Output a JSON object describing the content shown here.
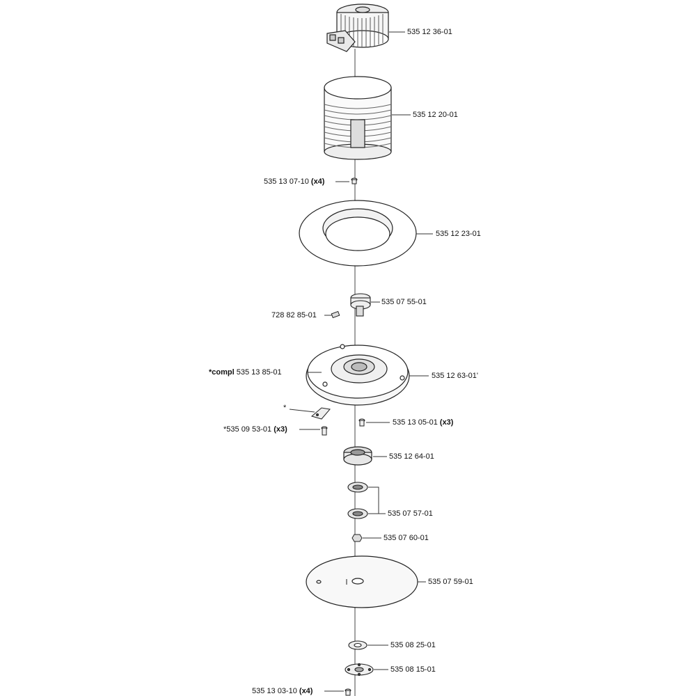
{
  "labels": {
    "motor": {
      "part": "535 12 36-01",
      "qty": ""
    },
    "housing": {
      "part": "535 12 20-01",
      "qty": ""
    },
    "screw_top": {
      "part": "535 13 07-10",
      "qty": "(x4)"
    },
    "ring_flange": {
      "part": "535 12 23-01",
      "qty": ""
    },
    "hub": {
      "part": "535 07 55-01",
      "qty": ""
    },
    "set_screw": {
      "part": "728 82 85-01",
      "qty": ""
    },
    "complete_kit": {
      "prefix": "*compl",
      "part": "535 13 85-01",
      "qty": ""
    },
    "base_plate": {
      "part": "535 12 63-01'",
      "qty": ""
    },
    "star_note": {
      "part": "*",
      "qty": ""
    },
    "screw_base": {
      "part": "535 13 05-01",
      "qty": "(x3)"
    },
    "screw_kit": {
      "part": "*535 09 53-01",
      "qty": "(x3)"
    },
    "seal_housing": {
      "part": "535 12 64-01",
      "qty": ""
    },
    "bearings": {
      "part": "535 07 57-01",
      "qty": ""
    },
    "nut": {
      "part": "535 07 60-01",
      "qty": ""
    },
    "blade_disc": {
      "part": "535 07 59-01",
      "qty": ""
    },
    "washer": {
      "part": "535 08 25-01",
      "qty": ""
    },
    "blade_holder": {
      "part": "535 08 15-01",
      "qty": ""
    },
    "screw_bottom": {
      "part": "535 13 03-10",
      "qty": "(x4)"
    }
  }
}
